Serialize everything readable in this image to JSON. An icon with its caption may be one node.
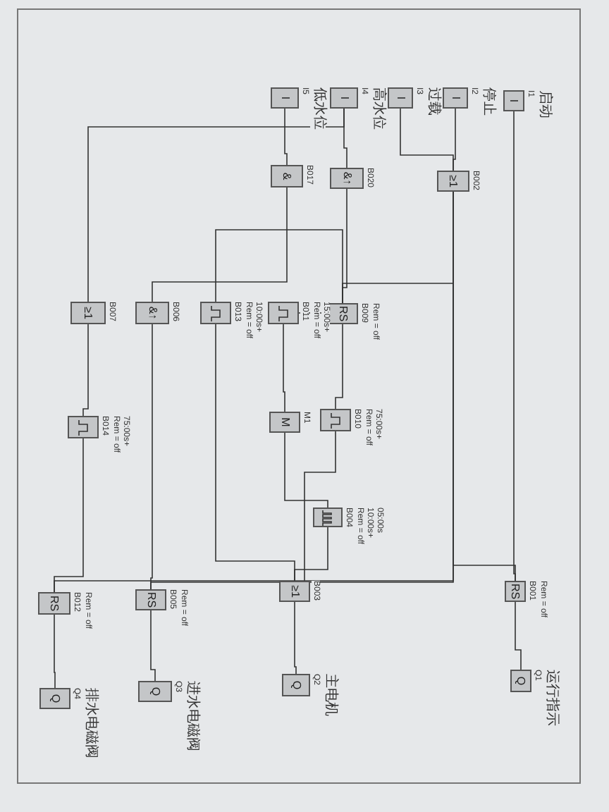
{
  "diagram": {
    "nodes": [
      {
        "text": [
          "I"
        ],
        "beside": [
          "I1",
          "启动"
        ]
      },
      {
        "text": [
          "I"
        ],
        "beside": [
          "I2",
          "停止"
        ]
      },
      {
        "text": [
          "I"
        ],
        "beside": [
          "I3",
          "过载"
        ]
      },
      {
        "text": [
          "I"
        ],
        "beside": [
          "I4",
          "高水位"
        ]
      },
      {
        "text": [
          "I"
        ],
        "beside": [
          "I5",
          "低水位"
        ]
      },
      {
        "text": [
          "≥1"
        ],
        "beside": [
          "B002"
        ]
      },
      {
        "text": [
          "&↑"
        ],
        "beside": [
          "B020"
        ]
      },
      {
        "text": [
          "&"
        ],
        "beside": [
          "B017"
        ]
      },
      {
        "text": [
          "RS"
        ],
        "beside": [
          "B009",
          "Rem = off"
        ]
      },
      {
        "text": [],
        "shape": "box",
        "beside": [
          "B011",
          "Rem = off",
          "15:00s+"
        ]
      },
      {
        "text": [],
        "shape": "box",
        "beside": [
          "B013",
          "Rem = off",
          "10:00s+"
        ]
      },
      {
        "text": [
          "&↑"
        ],
        "beside": [
          "B006"
        ]
      },
      {
        "text": [
          "≥1"
        ],
        "beside": [
          "B007"
        ]
      },
      {
        "text": [],
        "shape": "box",
        "beside": [
          "B010",
          "Rem = off",
          "75:00s+"
        ]
      },
      {
        "text": [
          "M"
        ],
        "beside": [
          "M1"
        ]
      },
      {
        "text": [],
        "shape": "box",
        "beside": [
          "B014",
          "Rem = off",
          "75:00s+"
        ]
      },
      {
        "text": [],
        "shape": "box",
        "beside": [
          "B004",
          "Rem = off",
          "10:00s+",
          "05:00s"
        ]
      },
      {
        "text": [
          "≥1"
        ],
        "beside": [
          "B003"
        ]
      },
      {
        "text": [
          "RS"
        ],
        "beside": [
          "B001",
          "Rem = off"
        ]
      },
      {
        "text": [
          "RS"
        ],
        "beside": [
          "B005",
          "Rem = off"
        ]
      },
      {
        "text": [
          "RS"
        ],
        "beside": [
          "B012",
          "Rem = off"
        ]
      },
      {
        "text": [
          "Q"
        ],
        "beside": [
          "Q1",
          "运行指示"
        ]
      },
      {
        "text": [
          "Q"
        ],
        "beside": [
          "Q2",
          "主电机"
        ]
      },
      {
        "text": [
          "Q"
        ],
        "beside": [
          "Q3",
          "进水电磁阀"
        ]
      },
      {
        "text": [
          "Q"
        ],
        "beside": [
          "Q4",
          "排水电磁阀"
        ]
      }
    ],
    "edges": [
      {
        "from": 0,
        "to": 18,
        "arrow": "none"
      },
      {
        "from": 1,
        "to": 5,
        "arrow": "none"
      },
      {
        "from": 2,
        "to": 5,
        "arrow": "none"
      },
      {
        "from": 3,
        "to": 6,
        "arrow": "none"
      },
      {
        "from": 3,
        "to": 12,
        "arrow": "none"
      },
      {
        "from": 4,
        "to": 7,
        "arrow": "none"
      },
      {
        "from": 5,
        "to": 18,
        "arrow": "none"
      },
      {
        "from": 5,
        "to": 8,
        "arrow": "none"
      },
      {
        "from": 5,
        "to": 19,
        "arrow": "none"
      },
      {
        "from": 5,
        "to": 20,
        "arrow": "none"
      },
      {
        "from": 6,
        "to": 8,
        "arrow": "none"
      },
      {
        "from": 7,
        "to": 11,
        "arrow": "none"
      },
      {
        "from": 8,
        "to": 9,
        "arrow": "none"
      },
      {
        "from": 8,
        "to": 13,
        "arrow": "none"
      },
      {
        "from": 8,
        "to": 10,
        "arrow": "none"
      },
      {
        "from": 9,
        "to": 14,
        "arrow": "none"
      },
      {
        "from": 14,
        "to": 16,
        "arrow": "none"
      },
      {
        "from": 16,
        "to": 17,
        "arrow": "none"
      },
      {
        "from": 13,
        "to": 17,
        "arrow": "none"
      },
      {
        "from": 10,
        "to": 17,
        "arrow": "none"
      },
      {
        "from": 12,
        "to": 15,
        "arrow": "none"
      },
      {
        "from": 11,
        "to": 19,
        "arrow": "none"
      },
      {
        "from": 15,
        "to": 20,
        "arrow": "none"
      },
      {
        "from": 18,
        "to": 21,
        "arrow": "none"
      },
      {
        "from": 17,
        "to": 22,
        "arrow": "none"
      },
      {
        "from": 19,
        "to": 23,
        "arrow": "none"
      },
      {
        "from": 20,
        "to": 24,
        "arrow": "none"
      }
    ]
  }
}
